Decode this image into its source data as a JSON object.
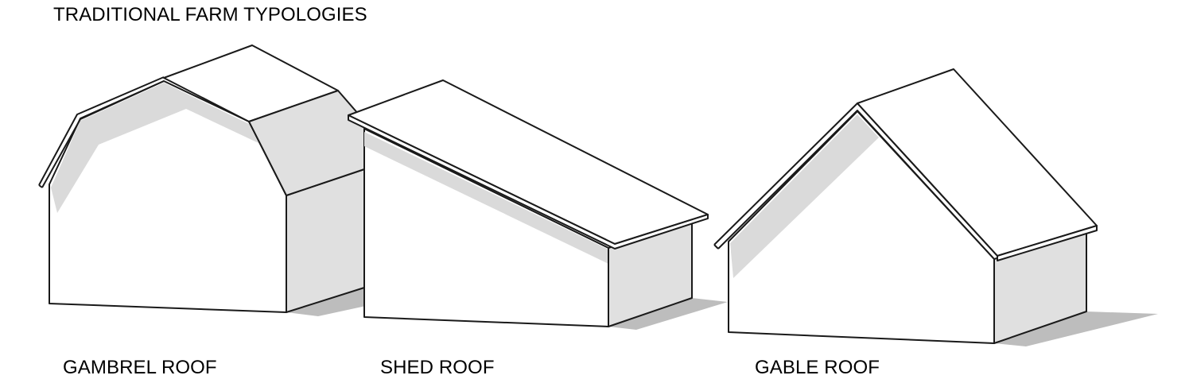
{
  "diagram": {
    "title": "TRADITIONAL FARM TYPOLOGIES",
    "buildings": [
      {
        "name": "gambrel",
        "label": "GAMBREL ROOF"
      },
      {
        "name": "shed",
        "label": "SHED ROOF"
      },
      {
        "name": "gable",
        "label": "GABLE ROOF"
      }
    ]
  },
  "colors": {
    "line": "#1a1a1a",
    "wall": "#ffffff",
    "side_wall": "#e0e0e0",
    "roof_shadow": "#dadada",
    "ground_shadow": "#bdbdbd"
  }
}
